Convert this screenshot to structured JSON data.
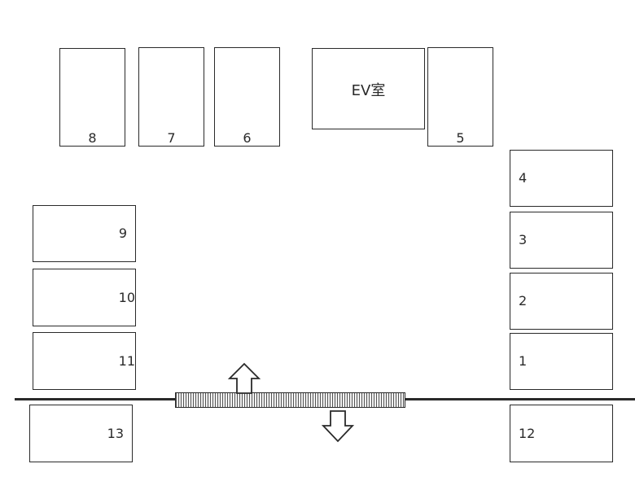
{
  "spaces": {
    "s1": "1",
    "s2": "2",
    "s3": "3",
    "s4": "4",
    "s5": "5",
    "s6": "6",
    "s7": "7",
    "s8": "8",
    "s9": "9",
    "s10": "10",
    "s11": "11",
    "s12": "12",
    "s13": "13"
  },
  "ev_room": "EV室",
  "colors": {
    "line": "#2a2a2a",
    "gate_fill": "#f2f2f2"
  },
  "icons": {
    "entry": "up-arrow-icon",
    "exit": "down-arrow-icon"
  }
}
